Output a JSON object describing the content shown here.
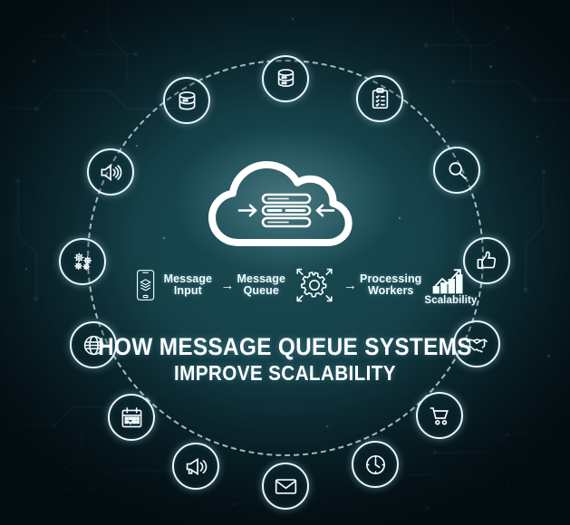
{
  "theme": {
    "background_dark": "#091f28",
    "background_teal": "#1b4b52",
    "line_color": "#f2fcfe",
    "text_color": "#ffffff"
  },
  "title": {
    "line1": "HOW MESSAGE QUEUE SYSTEMS",
    "line2": "IMPROVE SCALABILITY"
  },
  "center": {
    "icon": "cloud-queue-icon",
    "description": "cloud with three stacked queue bars and inward arrows"
  },
  "flow": {
    "steps": [
      {
        "icon": "smartphone-layers-icon",
        "label": "",
        "arrow": ""
      },
      {
        "icon": "",
        "label": "Message Input",
        "arrow": "→"
      },
      {
        "icon": "",
        "label": "Message\nQueue",
        "arrow": ""
      },
      {
        "icon": "gear-distribute-icon",
        "label": "",
        "arrow": "→"
      },
      {
        "icon": "",
        "label": "Processing\nWorkers",
        "arrow": ""
      },
      {
        "icon": "growth-chart-icon",
        "label": "Scalability",
        "arrow": ""
      }
    ],
    "input_label": "Message Input",
    "input_arrow": "→",
    "queue_label": "Message\nQueue",
    "workers_arrow": "→",
    "workers_label": "Processing\nWorkers",
    "scalability_label": "Scalability"
  },
  "ring": {
    "style": "dashed",
    "icons": [
      {
        "name": "database-icon",
        "angle": -90,
        "label": "database"
      },
      {
        "name": "clipboard-checklist-icon",
        "angle": -62,
        "label": "checklist"
      },
      {
        "name": "search-icon",
        "angle": -28,
        "label": "search"
      },
      {
        "name": "thumbs-up-icon",
        "angle": 3,
        "label": "approval"
      },
      {
        "name": "handshake-icon",
        "angle": 34,
        "label": "partnership"
      },
      {
        "name": "shopping-cart-icon",
        "angle": 62,
        "label": "commerce"
      },
      {
        "name": "clock-icon",
        "angle": 90,
        "label": "time"
      },
      {
        "name": "envelope-icon",
        "angle": 118,
        "label": "email"
      },
      {
        "name": "megaphone-icon",
        "angle": 146,
        "label": "broadcast"
      },
      {
        "name": "calendar-check-icon",
        "angle": 177,
        "label": "schedule"
      },
      {
        "name": "globe-icon",
        "angle": 208,
        "label": "global"
      },
      {
        "name": "gears-icon",
        "angle": 236,
        "label": "processing"
      },
      {
        "name": "speaker-icon",
        "angle": 263,
        "label": "notification"
      },
      {
        "name": "database-small-icon",
        "angle": 292,
        "label": "storage"
      }
    ]
  }
}
